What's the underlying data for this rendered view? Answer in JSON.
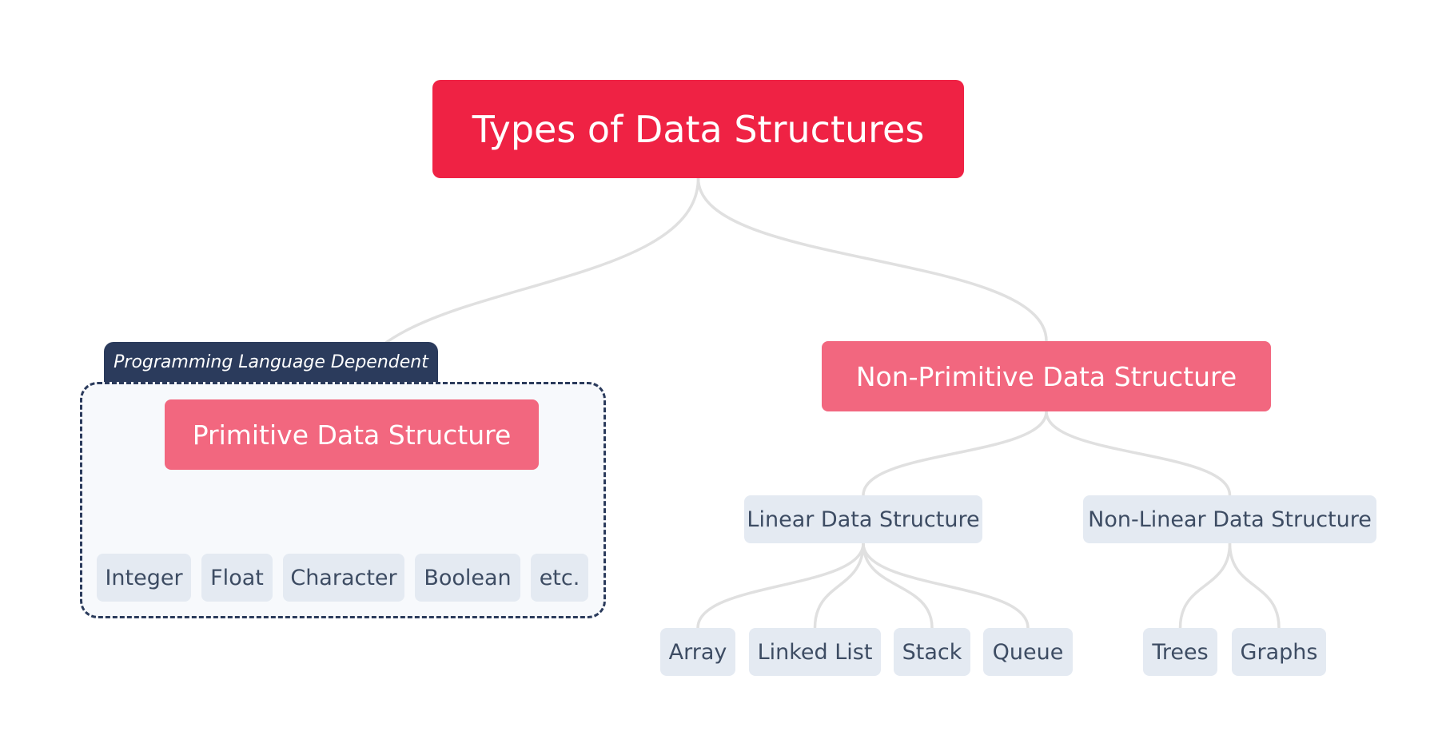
{
  "diagram": {
    "root": {
      "label": "Types of Data Structures",
      "color": "#ef2244"
    },
    "group_tag": {
      "label": "Programming Language Dependent",
      "color": "#2b3b5c"
    },
    "primitive": {
      "label": "Primitive Data Structure",
      "children": [
        "Integer",
        "Float",
        "Character",
        "Boolean",
        "etc."
      ]
    },
    "non_primitive": {
      "label": "Non-Primitive Data Structure",
      "linear": {
        "label": "Linear Data Structure",
        "children": [
          "Array",
          "Linked List",
          "Stack",
          "Queue"
        ]
      },
      "non_linear": {
        "label": "Non-Linear Data Structure",
        "children": [
          "Trees",
          "Graphs"
        ]
      }
    },
    "colors": {
      "level1": "#f2677f",
      "leaf_bg": "#e4eaf2",
      "leaf_text": "#3d4c63",
      "connector": "#e0e0e0"
    }
  }
}
